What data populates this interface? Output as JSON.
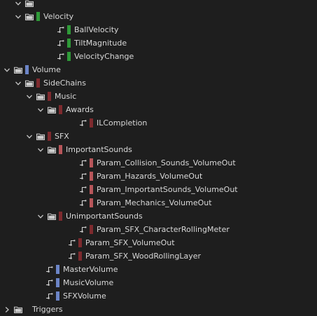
{
  "colors": {
    "green": "#2f9a38",
    "blue": "#6c85c7",
    "dark_red": "#7e2a2e",
    "red": "#b8565a"
  },
  "tree": [
    {
      "label": "",
      "depth": 1,
      "kind": "folder",
      "expanded": true,
      "color": "",
      "partial": true
    },
    {
      "label": "Velocity",
      "depth": 1,
      "kind": "folder",
      "expanded": true,
      "color": "green"
    },
    {
      "label": "BallVelocity",
      "depth": 2,
      "kind": "leaf",
      "color": "green"
    },
    {
      "label": "TiltMagnitude",
      "depth": 2,
      "kind": "leaf",
      "color": "green"
    },
    {
      "label": "VelocityChange",
      "depth": 2,
      "kind": "leaf",
      "color": "green"
    },
    {
      "label": "Volume",
      "depth": 0,
      "kind": "folder",
      "expanded": true,
      "color": "blue"
    },
    {
      "label": "SideChains",
      "depth": 1,
      "kind": "folder",
      "expanded": true,
      "color": "dark_red"
    },
    {
      "label": "Music",
      "depth": 2,
      "kind": "folder",
      "expanded": true,
      "color": "dark_red"
    },
    {
      "label": "Awards",
      "depth": 3,
      "kind": "folder",
      "expanded": true,
      "color": "dark_red"
    },
    {
      "label": "ILCompletion",
      "depth": 4,
      "kind": "leaf",
      "color": "dark_red"
    },
    {
      "label": "SFX",
      "depth": 2,
      "kind": "folder",
      "expanded": true,
      "color": "dark_red"
    },
    {
      "label": "ImportantSounds",
      "depth": 3,
      "kind": "folder",
      "expanded": true,
      "color": "red"
    },
    {
      "label": "Param_Collision_Sounds_VolumeOut",
      "depth": 4,
      "kind": "leaf",
      "color": "red"
    },
    {
      "label": "Param_Hazards_VolumeOut",
      "depth": 4,
      "kind": "leaf",
      "color": "red"
    },
    {
      "label": "Param_ImportantSounds_VolumeOut",
      "depth": 4,
      "kind": "leaf",
      "color": "red"
    },
    {
      "label": "Param_Mechanics_VolumeOut",
      "depth": 4,
      "kind": "leaf",
      "color": "red"
    },
    {
      "label": "UnimportantSounds",
      "depth": 3,
      "kind": "folder",
      "expanded": true,
      "color": "dark_red"
    },
    {
      "label": "Param_SFX_CharacterRollingMeter",
      "depth": 4,
      "kind": "leaf",
      "color": "dark_red"
    },
    {
      "label": "Param_SFX_VolumeOut",
      "depth": 3,
      "kind": "leaf",
      "color": "dark_red"
    },
    {
      "label": "Param_SFX_WoodRollingLayer",
      "depth": 3,
      "kind": "leaf",
      "color": "dark_red"
    },
    {
      "label": "MasterVolume",
      "depth": 1,
      "kind": "leaf",
      "color": "blue"
    },
    {
      "label": "MusicVolume",
      "depth": 1,
      "kind": "leaf",
      "color": "blue"
    },
    {
      "label": "SFXVolume",
      "depth": 1,
      "kind": "leaf",
      "color": "blue"
    },
    {
      "label": "Triggers",
      "depth": 0,
      "kind": "folder",
      "expanded": false,
      "color": "",
      "partial": true
    }
  ]
}
